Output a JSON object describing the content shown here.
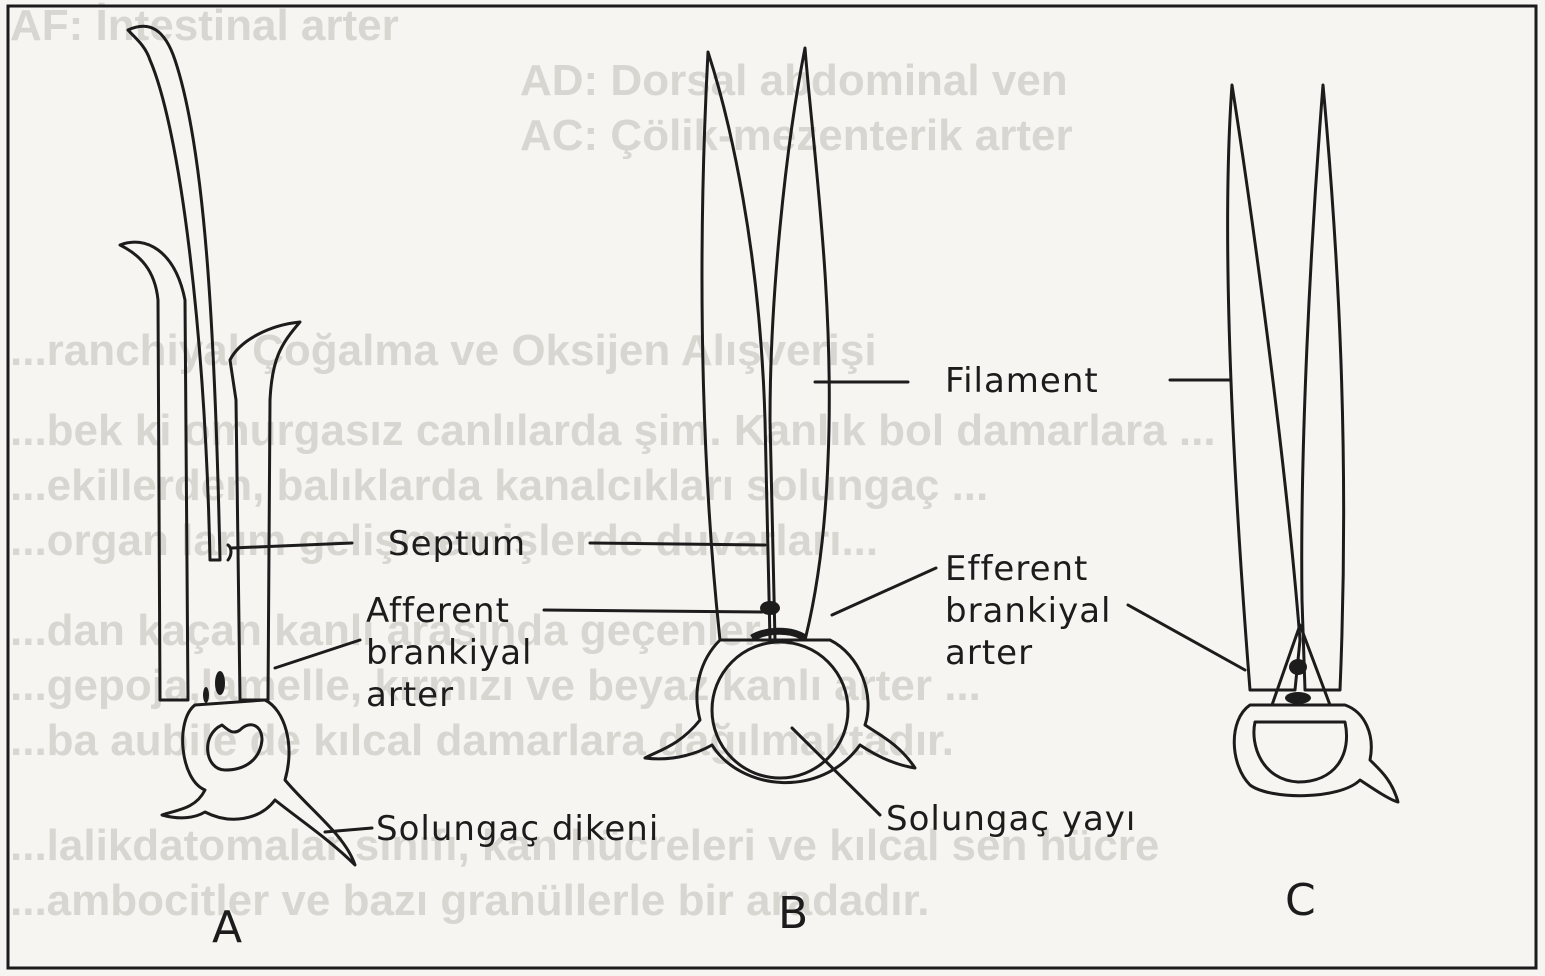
{
  "background_text": [
    "AF: İntestinal arter",
    "AD: Dorsal abdominal ven",
    "AC: Çölik-mezenterik arter",
    "...ranchiyal Çoğalma ve Oksijen Alışverişi",
    "...bek ki omurgasız canlılarda şim. Kanlık bol damarlara ...",
    "...ekillerden, balıklarda kanalcıkları solungaç ...",
    "...organ larım gelişmemişlerde duvarları...",
    "...dan kaçan kanlı arasında geçenler...",
    "...gepoja,lamelle, kırmızı ve beyaz kanlı arter ...",
    "...ba aubile de kılcal damarlara dağılmaktadır.",
    "...lalikdatomalar sınıfı, kan hücreleri ve kılcal sen hücre",
    "...ambocitler ve bazı granüllerle bir aradadır."
  ],
  "labels": {
    "septum": "Septum",
    "afferent": [
      "Afferent",
      "brankiyal",
      "arter"
    ],
    "solungac_dikeni": "Solungaç dikeni",
    "filament": "Filament",
    "efferent": [
      "Efferent",
      "brankiyal",
      "arter"
    ],
    "solungac_yayi": "Solungaç yayı"
  },
  "panels": {
    "a": "A",
    "b": "B",
    "c": "C"
  },
  "colors": {
    "paper": "#f7f5f1",
    "ink": "#1c1c1c",
    "ghost_text": "#d8d6d1"
  }
}
